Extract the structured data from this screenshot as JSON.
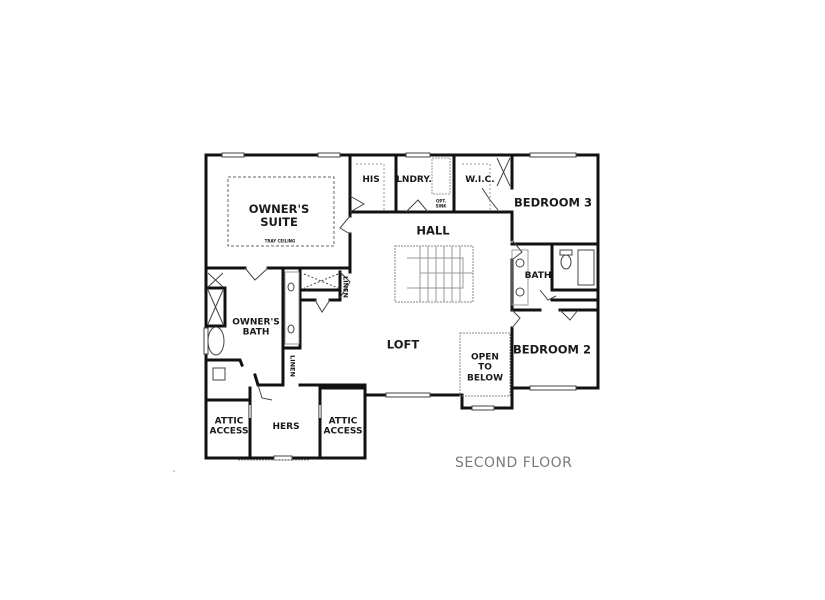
{
  "floor_plan": {
    "title": "SECOND FLOOR",
    "colors": {
      "wall": "#111111",
      "dashed": "#9a9a9a",
      "caption": "#7a7a7a",
      "background": "#ffffff"
    },
    "rooms": {
      "owners_suite": {
        "label": "OWNER'S\nSUITE",
        "note": "TRAY CEILING"
      },
      "his": {
        "label": "HIS"
      },
      "laundry": {
        "label": "LNDRY.",
        "note": "OPT.\nSINK"
      },
      "wic": {
        "label": "W.I.C."
      },
      "bedroom3": {
        "label": "BEDROOM 3"
      },
      "hall": {
        "label": "HALL"
      },
      "bath": {
        "label": "BATH"
      },
      "owners_bath": {
        "label": "OWNER'S\nBATH"
      },
      "linen_upper": {
        "label": "LINEN"
      },
      "linen_lower": {
        "label": "LINEN"
      },
      "loft": {
        "label": "LOFT"
      },
      "open_to_below": {
        "label": "OPEN\nTO\nBELOW"
      },
      "bedroom2": {
        "label": "BEDROOM 2"
      },
      "attic_left": {
        "label": "ATTIC\nACCESS"
      },
      "hers": {
        "label": "HERS"
      },
      "attic_right": {
        "label": "ATTIC\nACCESS"
      }
    }
  }
}
